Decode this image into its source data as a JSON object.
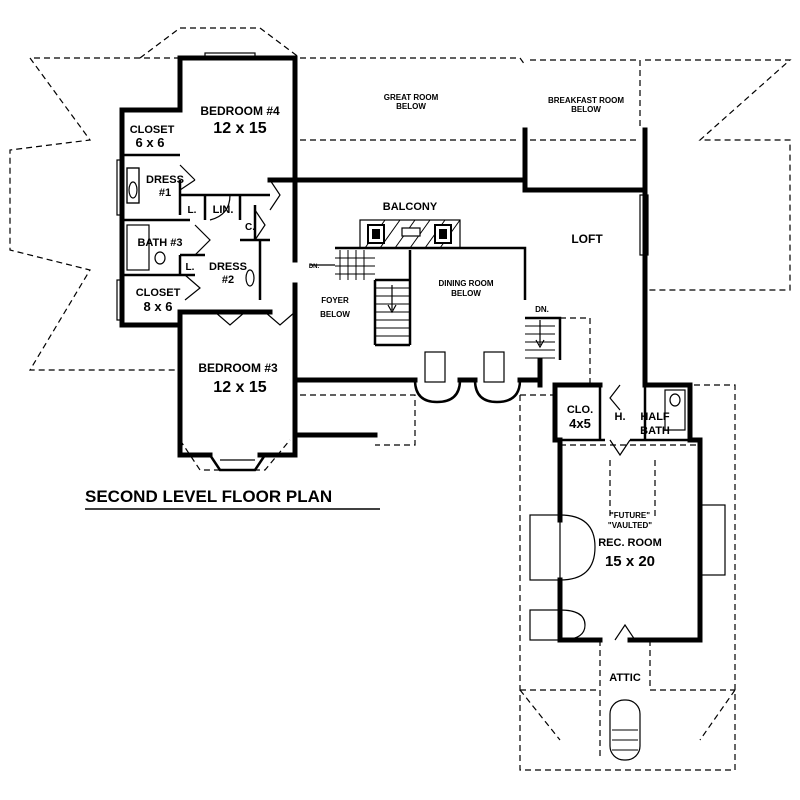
{
  "title": "SECOND LEVEL FLOOR PLAN",
  "rooms": {
    "bedroom4": {
      "name": "BEDROOM #4",
      "size": "12 x 15"
    },
    "bedroom3": {
      "name": "BEDROOM #3",
      "size": "12 x 15"
    },
    "closet1": {
      "name": "CLOSET",
      "size": "6 x 6"
    },
    "closet2": {
      "name": "CLOSET",
      "size": "8 x 6"
    },
    "dress1": {
      "name": "DRESS",
      "size": "#1"
    },
    "dress2": {
      "name": "DRESS",
      "size": "#2"
    },
    "bath3": {
      "name": "BATH #3"
    },
    "linen": {
      "name": "LIN."
    },
    "laundry1": {
      "name": "L."
    },
    "laundry2": {
      "name": "L."
    },
    "coat": {
      "name": "C."
    },
    "balcony": {
      "name": "BALCONY"
    },
    "loft": {
      "name": "LOFT"
    },
    "great_room": {
      "name": "GREAT ROOM",
      "note": "BELOW"
    },
    "breakfast_room": {
      "name": "BREAKFAST ROOM",
      "note": "BELOW"
    },
    "dining_room": {
      "name": "DINING ROOM",
      "note": "BELOW"
    },
    "foyer": {
      "name": "FOYER",
      "note": "BELOW"
    },
    "clo": {
      "name": "CLO.",
      "size": "4x5"
    },
    "h": {
      "name": "H."
    },
    "half_bath": {
      "name": "HALF",
      "name2": "BATH"
    },
    "rec_room": {
      "line1": "\"FUTURE\"",
      "line2": "\"VAULTED\"",
      "name": "REC. ROOM",
      "size": "15 x 20"
    },
    "attic": {
      "name": "ATTIC"
    }
  },
  "stair_labels": {
    "dn1": "DN.",
    "dn2": "DN."
  }
}
